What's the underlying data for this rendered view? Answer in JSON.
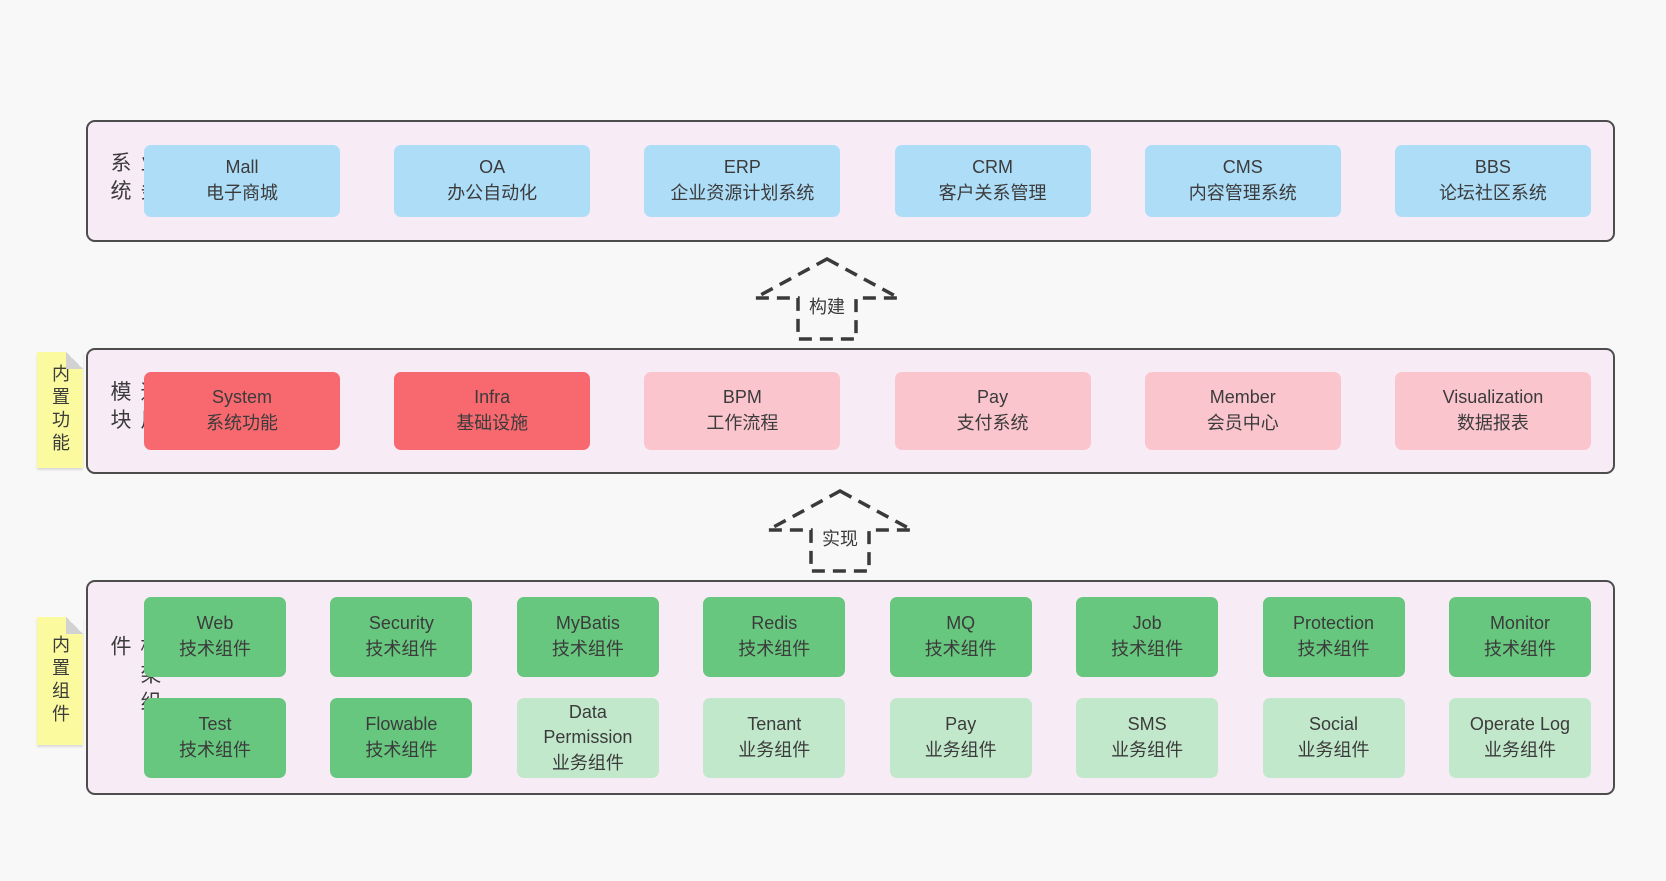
{
  "colors": {
    "page-bg": "#f8f8f8",
    "band-bg": "#f7ecf6",
    "band-border": "#4d4d4d",
    "text": "#3b3b3b",
    "blue": "#aeddf8",
    "red": "#f7696f",
    "pink": "#fbc5ce",
    "green-dark": "#67c77e",
    "green-light": "#c2e8cc",
    "note-yellow": "#fbfa9e",
    "note-fold": "#d2d2d2",
    "arrow": "#3a3a3a"
  },
  "bands": {
    "business": {
      "label": "业务系统",
      "boxes": [
        {
          "title": "Mall",
          "subtitle": "电子商城",
          "tone": "blue"
        },
        {
          "title": "OA",
          "subtitle": "办公自动化",
          "tone": "blue"
        },
        {
          "title": "ERP",
          "subtitle": "企业资源计划系统",
          "tone": "blue"
        },
        {
          "title": "CRM",
          "subtitle": "客户关系管理",
          "tone": "blue"
        },
        {
          "title": "CMS",
          "subtitle": "内容管理系统",
          "tone": "blue"
        },
        {
          "title": "BBS",
          "subtitle": "论坛社区系统",
          "tone": "blue"
        }
      ]
    },
    "common": {
      "label": "通用模块",
      "note": "内置功能",
      "boxes": [
        {
          "title": "System",
          "subtitle": "系统功能",
          "tone": "red"
        },
        {
          "title": "Infra",
          "subtitle": "基础设施",
          "tone": "red"
        },
        {
          "title": "BPM",
          "subtitle": "工作流程",
          "tone": "pink"
        },
        {
          "title": "Pay",
          "subtitle": "支付系统",
          "tone": "pink"
        },
        {
          "title": "Member",
          "subtitle": "会员中心",
          "tone": "pink"
        },
        {
          "title": "Visualization",
          "subtitle": "数据报表",
          "tone": "pink"
        }
      ]
    },
    "framework": {
      "label": "框架组件",
      "note": "内置组件",
      "row1": [
        {
          "title": "Web",
          "subtitle": "技术组件",
          "tone": "green-dark"
        },
        {
          "title": "Security",
          "subtitle": "技术组件",
          "tone": "green-dark"
        },
        {
          "title": "MyBatis",
          "subtitle": "技术组件",
          "tone": "green-dark"
        },
        {
          "title": "Redis",
          "subtitle": "技术组件",
          "tone": "green-dark"
        },
        {
          "title": "MQ",
          "subtitle": "技术组件",
          "tone": "green-dark"
        },
        {
          "title": "Job",
          "subtitle": "技术组件",
          "tone": "green-dark"
        },
        {
          "title": "Protection",
          "subtitle": "技术组件",
          "tone": "green-dark"
        },
        {
          "title": "Monitor",
          "subtitle": "技术组件",
          "tone": "green-dark"
        }
      ],
      "row2": [
        {
          "title": "Test",
          "subtitle": "技术组件",
          "tone": "green-dark"
        },
        {
          "title": "Flowable",
          "subtitle": "技术组件",
          "tone": "green-dark"
        },
        {
          "title": "Data\nPermission",
          "subtitle": "业务组件",
          "tone": "green-light"
        },
        {
          "title": "Tenant",
          "subtitle": "业务组件",
          "tone": "green-light"
        },
        {
          "title": "Pay",
          "subtitle": "业务组件",
          "tone": "green-light"
        },
        {
          "title": "SMS",
          "subtitle": "业务组件",
          "tone": "green-light"
        },
        {
          "title": "Social",
          "subtitle": "业务组件",
          "tone": "green-light"
        },
        {
          "title": "Operate Log",
          "subtitle": "业务组件",
          "tone": "green-light"
        }
      ]
    }
  },
  "arrows": [
    {
      "label": "构建"
    },
    {
      "label": "实现"
    }
  ]
}
